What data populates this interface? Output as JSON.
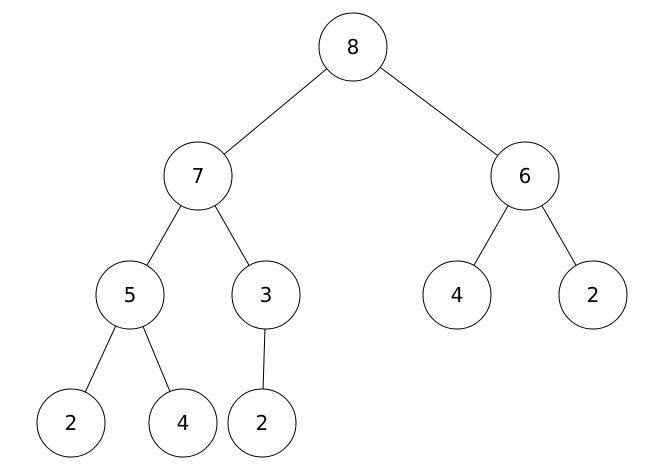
{
  "tree": {
    "nodes": [
      {
        "id": "n1",
        "value": "8"
      },
      {
        "id": "n2",
        "value": "7"
      },
      {
        "id": "n3",
        "value": "6"
      },
      {
        "id": "n4",
        "value": "5"
      },
      {
        "id": "n5",
        "value": "3"
      },
      {
        "id": "n6",
        "value": "4"
      },
      {
        "id": "n7",
        "value": "2"
      },
      {
        "id": "n8",
        "value": "2"
      },
      {
        "id": "n9",
        "value": "4"
      },
      {
        "id": "n10",
        "value": "2"
      }
    ],
    "edges": [
      [
        "n1",
        "n2"
      ],
      [
        "n1",
        "n3"
      ],
      [
        "n2",
        "n4"
      ],
      [
        "n2",
        "n5"
      ],
      [
        "n3",
        "n6"
      ],
      [
        "n3",
        "n7"
      ],
      [
        "n4",
        "n8"
      ],
      [
        "n4",
        "n9"
      ],
      [
        "n5",
        "n10"
      ]
    ]
  }
}
